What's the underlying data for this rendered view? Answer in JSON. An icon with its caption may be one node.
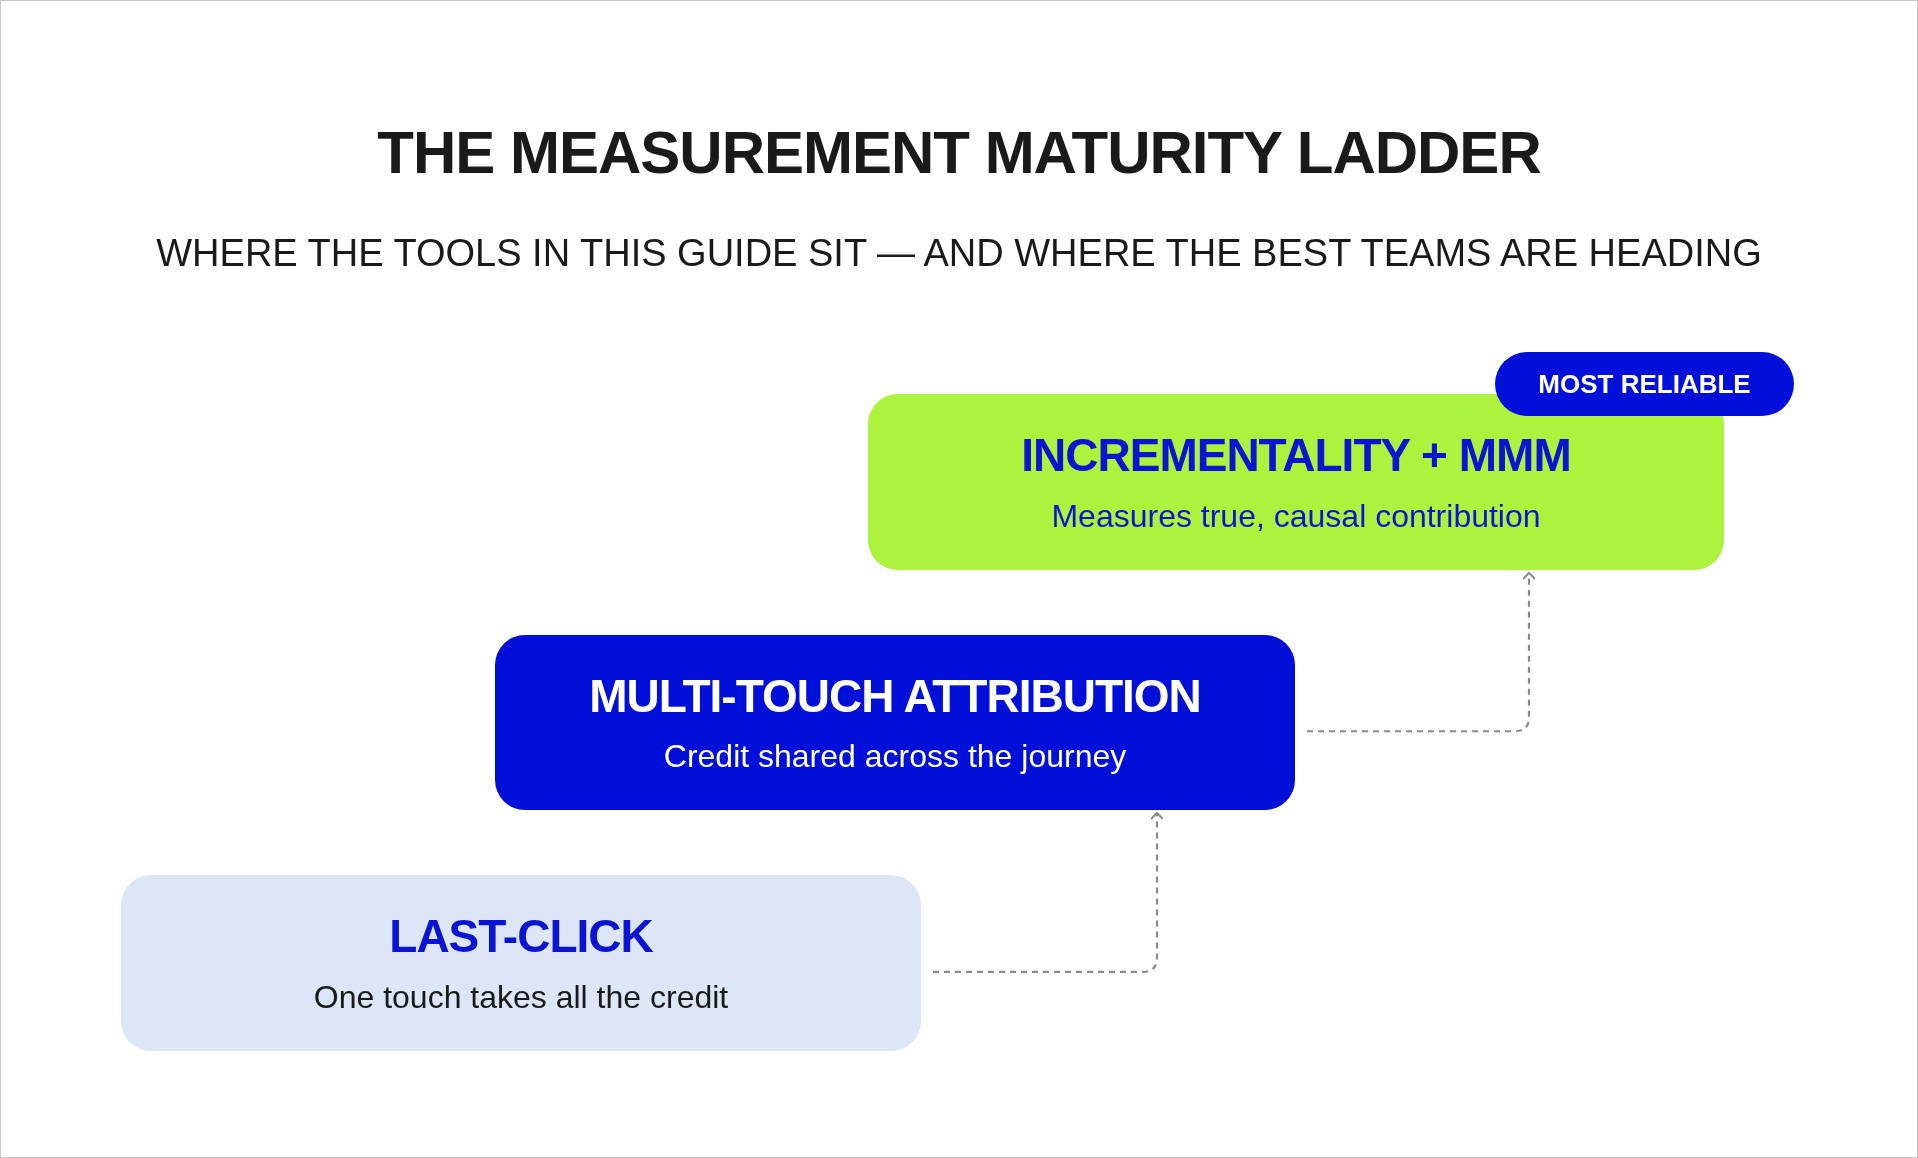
{
  "diagram": {
    "title": "THE MEASUREMENT MATURITY LADDER",
    "caption": "WHERE THE TOOLS IN THIS GUIDE SIT — AND WHERE THE BEST TEAMS ARE HEADING",
    "nodes": [
      {
        "text": [
          "INCREMENTALITY + MMM",
          "Measures true, causal contribution"
        ]
      },
      {
        "text": [
          "MOST RELIABLE"
        ]
      },
      {
        "text": [
          "MULTI-TOUCH ATTRIBUTION",
          "Credit shared across the journey"
        ]
      },
      {
        "text": [
          "LAST-CLICK",
          "One touch takes all the credit"
        ]
      }
    ],
    "edges": [
      {
        "from": 3,
        "to": 2,
        "arrow": "to",
        "style": "dashed"
      },
      {
        "from": 2,
        "to": 0,
        "arrow": "to",
        "style": "dashed"
      }
    ]
  }
}
